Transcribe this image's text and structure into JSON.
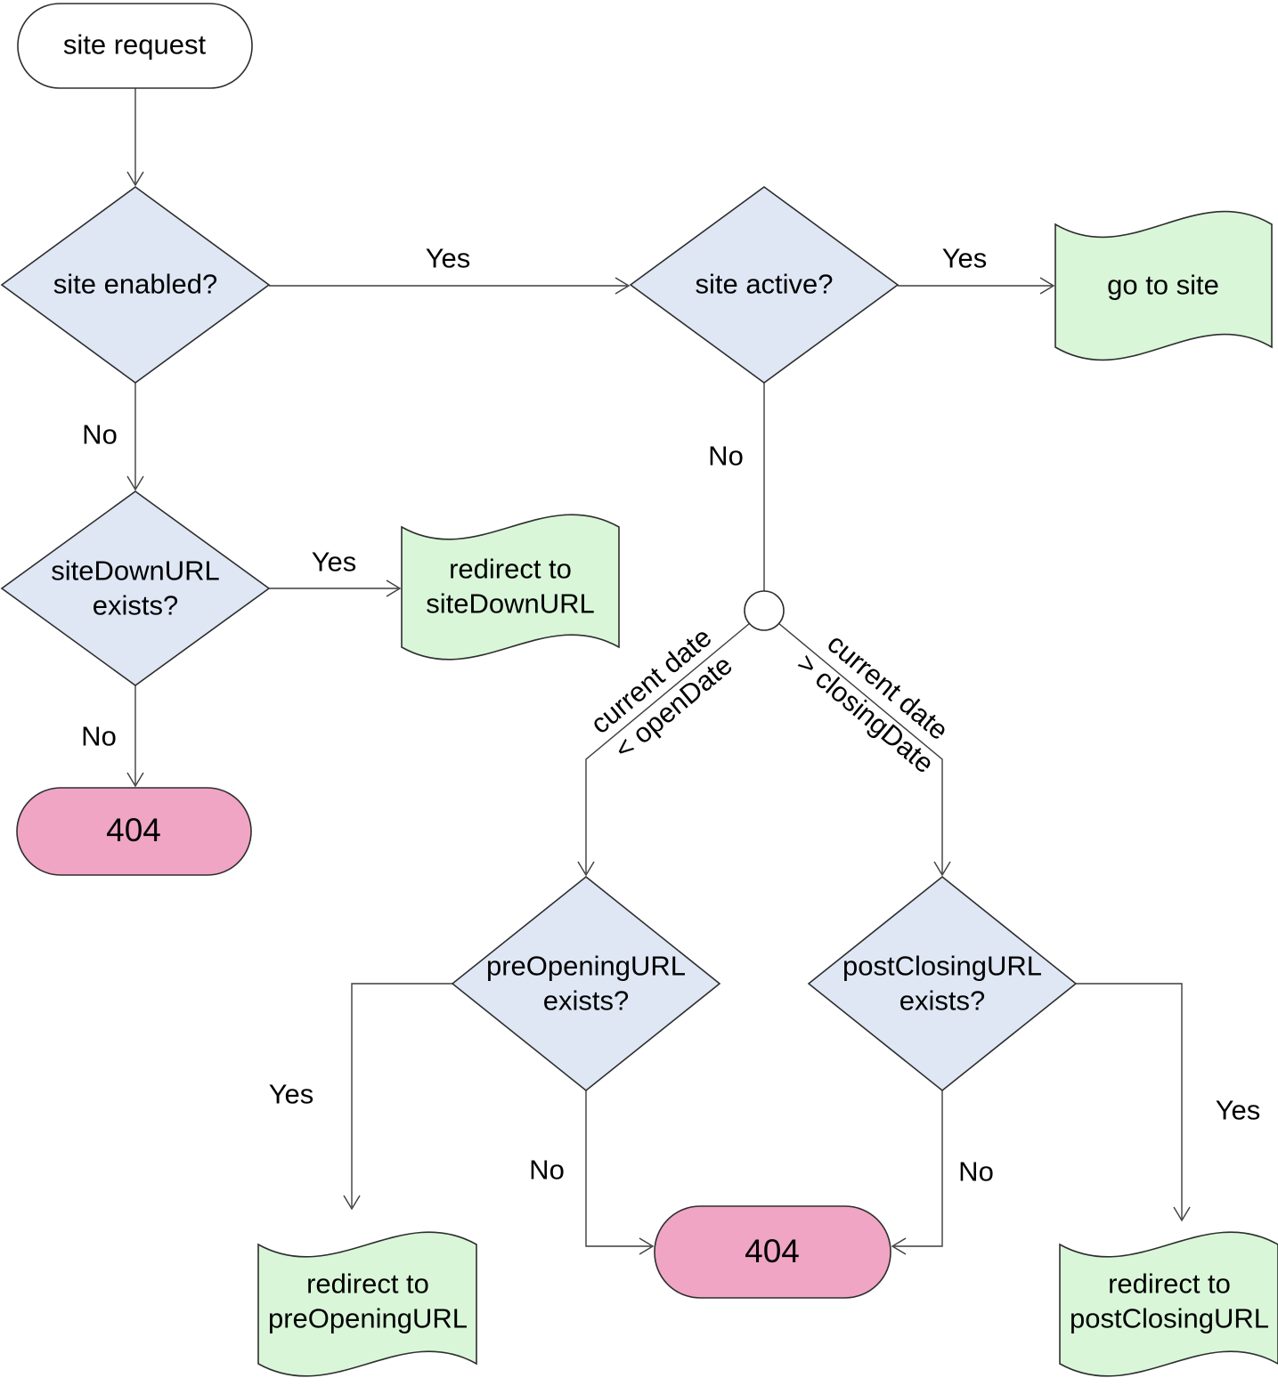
{
  "colors": {
    "decision": "#dfe7f5",
    "output": "#d9f6d9",
    "error": "#f0a5c5",
    "terminator": "#ffffff",
    "connector": "#ffffff"
  },
  "nodes": {
    "site_request": "site request",
    "site_enabled": "site enabled?",
    "site_active": "site active?",
    "go_to_site": "go to site",
    "sitedown_exists": "siteDownURL\nexists?",
    "redirect_sitedown": "redirect to\nsiteDownURL",
    "error_left": "404",
    "preopening_exists": "preOpeningURL\nexists?",
    "postclosing_exists": "postClosingURL\nexists?",
    "error_center": "404",
    "redirect_preopening": "redirect to\npreOpeningURL",
    "redirect_postclosing": "redirect to\npostClosingURL"
  },
  "edges": {
    "enabled_yes": "Yes",
    "enabled_no": "No",
    "active_yes": "Yes",
    "active_no": "No",
    "sitedown_yes": "Yes",
    "sitedown_no": "No",
    "before_open": "current date\n< openDate",
    "after_close": "current date\n> closingDate",
    "preopening_yes": "Yes",
    "preopening_no": "No",
    "postclosing_no": "No",
    "postclosing_yes": "Yes"
  }
}
